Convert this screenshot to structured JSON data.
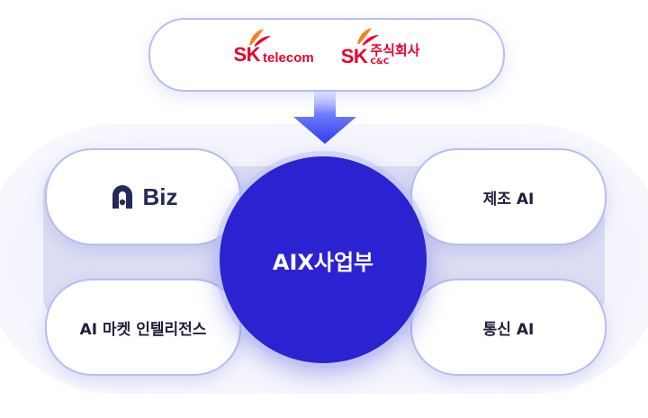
{
  "top": {
    "logo1": {
      "sk": "SK",
      "name": "telecom"
    },
    "logo2": {
      "sk": "SK",
      "name_kr": "주식회사",
      "name_en": "C&C"
    }
  },
  "center": {
    "label": "AIX사업부"
  },
  "nodes": {
    "top_left": {
      "label": "Biz",
      "icon": "a-dot-logo-icon"
    },
    "top_right": {
      "label": "제조 AI"
    },
    "bottom_left": {
      "label": "AI 마켓 인텔리전스"
    },
    "bottom_right": {
      "label": "통신 AI"
    }
  },
  "colors": {
    "brand_red": "#ea002c",
    "center_fill": "#2b22d1",
    "arrow": "#2f3df0",
    "node_border": "#b8bdf0"
  }
}
